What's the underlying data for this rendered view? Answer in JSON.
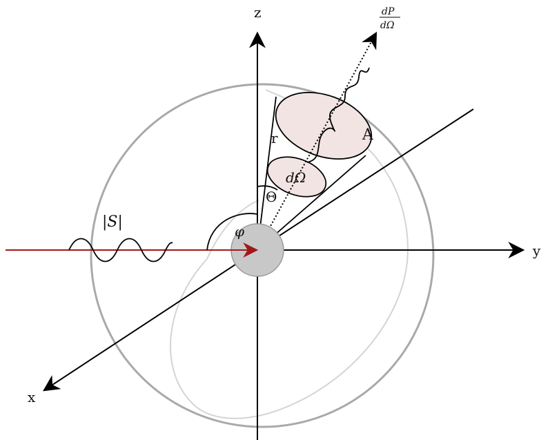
{
  "labels": {
    "z": "z",
    "y": "y",
    "x": "x",
    "r": "r",
    "A": "A",
    "dOmega": "dΩ",
    "Theta": "Θ",
    "phi": "φ",
    "S": "|S|",
    "dP": "dP",
    "dOmega_den": "dΩ"
  },
  "colors": {
    "sphere": "#a9a9a9",
    "inner_curve": "#d0d0d0",
    "patch_fill": "#f3e4e4",
    "incident_arrow": "#a01818",
    "scatterer": "#c8c8c8"
  }
}
